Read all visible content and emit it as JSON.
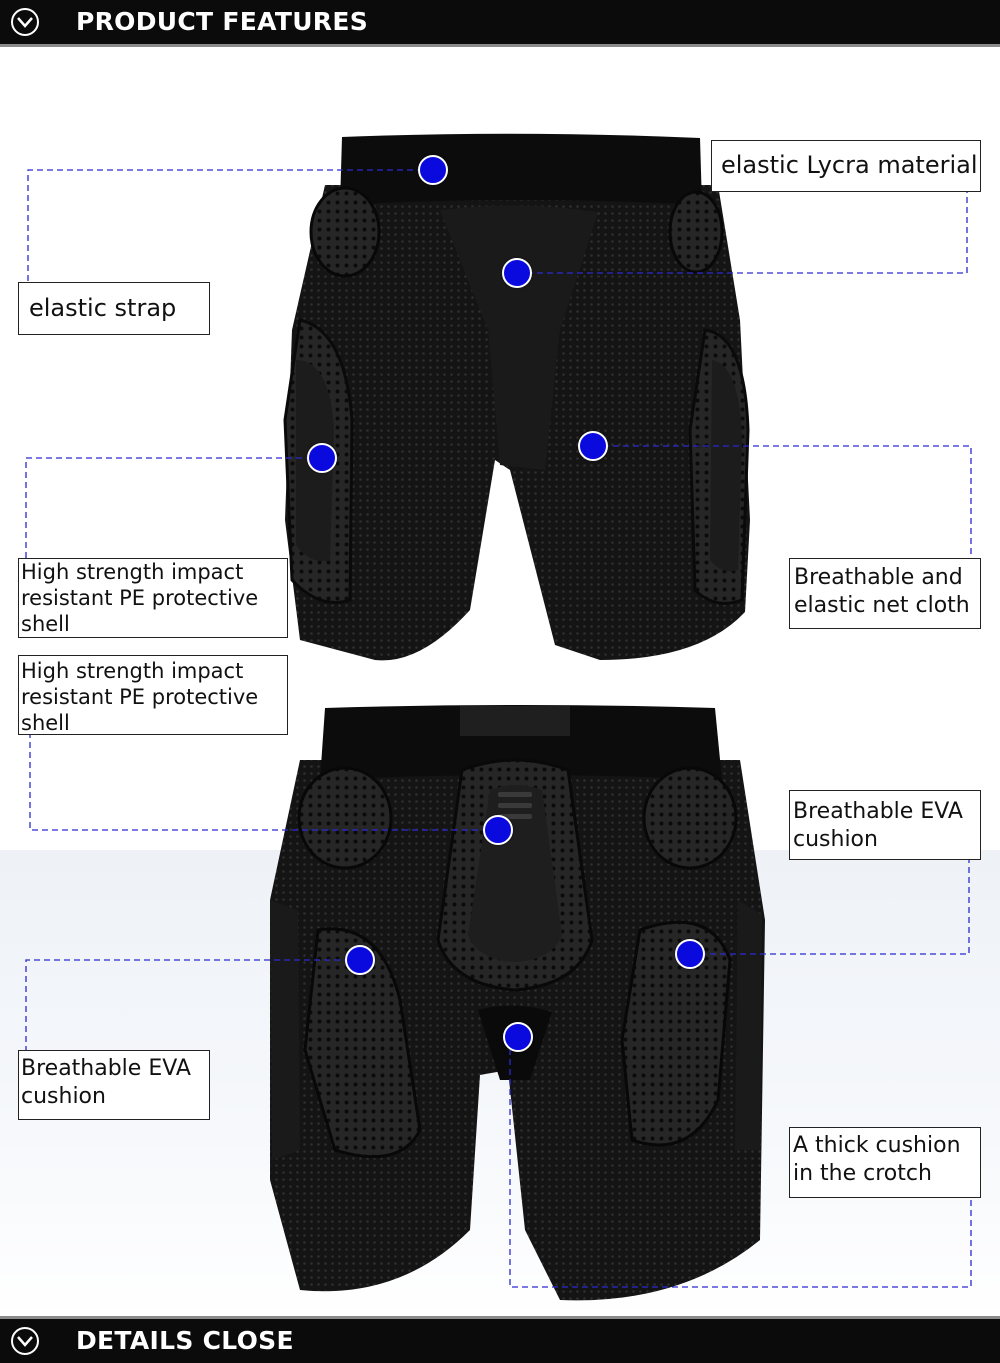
{
  "header": {
    "title": "PRODUCT FEATURES"
  },
  "footer": {
    "title": "DETAILS CLOSE"
  },
  "callouts": {
    "lycra": "elastic Lycra material",
    "strap": "elastic strap",
    "shell_front": "High strength impact resistant PE protective shell",
    "net": "Breathable and elastic net cloth",
    "shell_back": "High strength impact resistant PE protective shell",
    "eva_right": "Breathable EVA cushion",
    "eva_left": "Breathable EVA cushion",
    "crotch": "A thick cushion in the crotch"
  },
  "colors": {
    "dot": "#0a0adf",
    "leader": "#2a2ad0",
    "bar": "#0b0b0b"
  }
}
